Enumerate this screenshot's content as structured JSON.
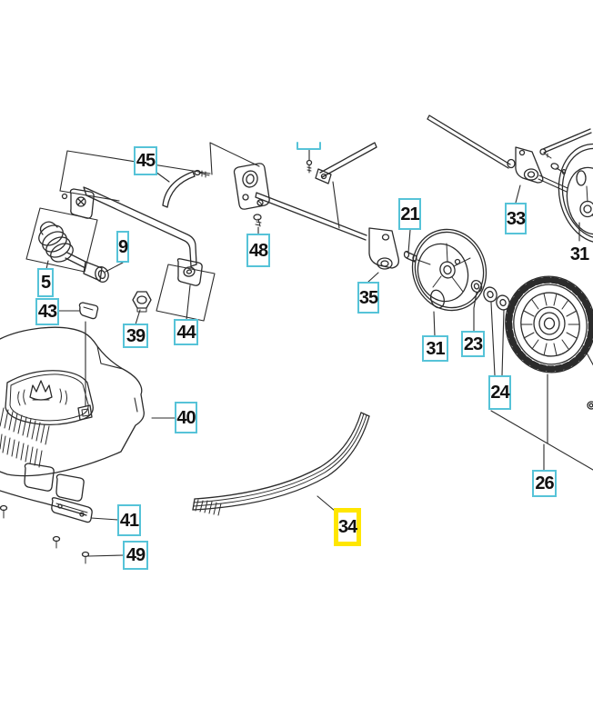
{
  "figure": {
    "kind": "exploded-parts-diagram",
    "colors": {
      "callout_box": "#56c3d8",
      "highlight_box": "#ffe600",
      "line": "#2b2b2b",
      "text": "#111111",
      "background": "#ffffff"
    },
    "callouts": [
      {
        "text": "45",
        "highlighted": false
      },
      {
        "text": "9",
        "highlighted": false
      },
      {
        "text": "5",
        "highlighted": false
      },
      {
        "text": "43",
        "highlighted": false
      },
      {
        "text": "39",
        "highlighted": false
      },
      {
        "text": "44",
        "highlighted": false
      },
      {
        "text": "48",
        "highlighted": false
      },
      {
        "text": "21",
        "highlighted": false
      },
      {
        "text": "35",
        "highlighted": false
      },
      {
        "text": "33",
        "highlighted": false
      },
      {
        "text": "31",
        "highlighted": false
      },
      {
        "text": "23",
        "highlighted": false
      },
      {
        "text": "24",
        "highlighted": false
      },
      {
        "text": "26",
        "highlighted": false
      },
      {
        "text": "40",
        "highlighted": false
      },
      {
        "text": "41",
        "highlighted": false
      },
      {
        "text": "49",
        "highlighted": false
      },
      {
        "text": "34",
        "highlighted": true
      },
      {
        "text": "31",
        "highlighted": false
      }
    ]
  }
}
